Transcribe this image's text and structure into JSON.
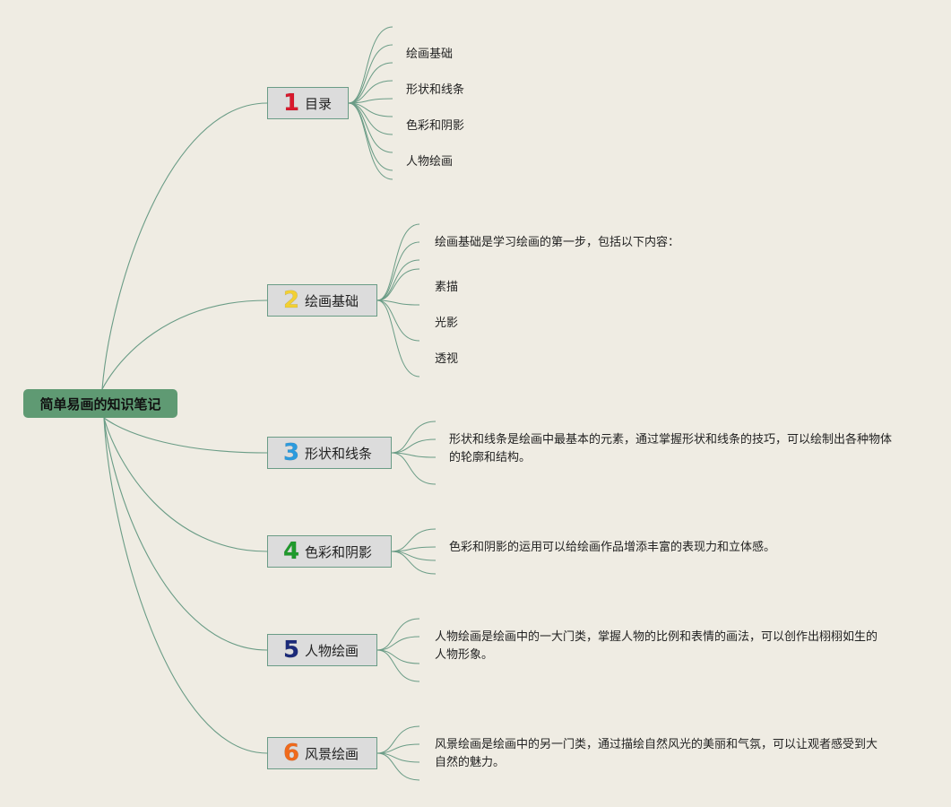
{
  "root": {
    "title": "简单易画的知识笔记"
  },
  "branches": [
    {
      "number": "1",
      "color": "#d9192d",
      "label": "目录",
      "children": [
        "绘画基础",
        "形状和线条",
        "色彩和阴影",
        "人物绘画"
      ]
    },
    {
      "number": "2",
      "color": "#f2d034",
      "label": "绘画基础",
      "children": [
        "绘画基础是学习绘画的第一步，包括以下内容：",
        "素描",
        "光影",
        "透视"
      ]
    },
    {
      "number": "3",
      "color": "#2c9bde",
      "label": "形状和线条",
      "text": "形状和线条是绘画中最基本的元素，通过掌握形状和线条的技巧，可以绘制出各种物体的轮廓和结构。"
    },
    {
      "number": "4",
      "color": "#1f9a2c",
      "label": "色彩和阴影",
      "text": "色彩和阴影的运用可以给绘画作品增添丰富的表现力和立体感。"
    },
    {
      "number": "5",
      "color": "#1b2a7a",
      "label": "人物绘画",
      "text": "人物绘画是绘画中的一大门类，掌握人物的比例和表情的画法，可以创作出栩栩如生的人物形象。"
    },
    {
      "number": "6",
      "color": "#f06a1c",
      "label": "风景绘画",
      "text": "风景绘画是绘画中的另一门类，通过描绘自然风光的美丽和气氛，可以让观者感受到大自然的魅力。"
    }
  ],
  "colors": {
    "background": "#efece3",
    "root": "#5f9a73",
    "line": "#6a9c86",
    "branch_box": "#dcdcdc"
  }
}
